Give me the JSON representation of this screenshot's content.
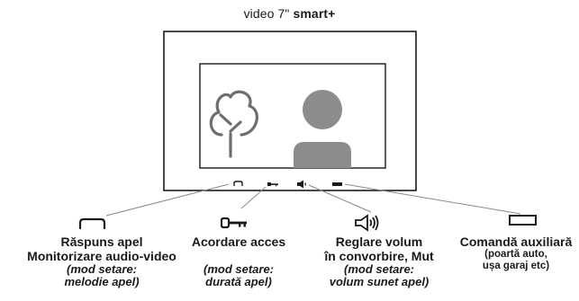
{
  "header": {
    "prefix": "video 7\"",
    "model": "smart+"
  },
  "callouts": [
    {
      "icon": "handset-icon",
      "lines": [
        "Răspuns apel",
        "Monitorizare audio-video"
      ],
      "notes": [
        "(mod setare:",
        "melodie apel)"
      ]
    },
    {
      "icon": "key-icon",
      "lines": [
        "Acordare acces"
      ],
      "notes": [
        "(mod setare:",
        "durată apel)"
      ]
    },
    {
      "icon": "speaker-icon",
      "lines": [
        "Reglare volum",
        "în convorbire, Mut"
      ],
      "notes": [
        "(mod setare:",
        "volum sunet apel)"
      ]
    },
    {
      "icon": "rectangle-icon",
      "lines": [
        "Comandă auxiliară"
      ],
      "subs": [
        "(poartă auto,",
        "ușa garaj etc)"
      ]
    }
  ],
  "colors": {
    "line": "#1a1a1a",
    "leader": "#8a8a8a",
    "avatar": "#8c8c8c",
    "tree": "#6e6e6e"
  }
}
